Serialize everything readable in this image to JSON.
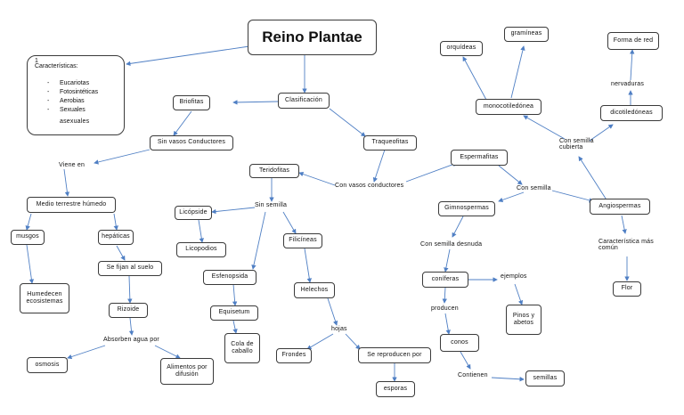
{
  "title": "Reino Plantae",
  "characteristics": {
    "number": "1",
    "heading": "Características:",
    "items": [
      "Eucariotas",
      "Fotosintéticas",
      "Aerobias",
      "Sexuales",
      "asexuales"
    ]
  },
  "nodes": {
    "clasificacion": "Clasificación",
    "briofitas": "Briofitas",
    "sin_vasos": "Sin vasos Conductores",
    "traqueofitas": "Traqueofitas",
    "medio": "Medio terrestre húmedo",
    "musgos": "musgos",
    "hepaticas": "hepáticas",
    "fijan": "Se fijan al suelo",
    "humedecen": "Humedecen ecosistemas",
    "rizoide": "Rizoide",
    "osmosis": "osmosis",
    "alimentos": "Alimentos por difusión",
    "pteridofitas": "Teridofitas",
    "licopside": "Licópside",
    "licopodios": "Licopodios",
    "filicineas": "Filicíneas",
    "esfenopsida": "Esfenopsida",
    "equisetum": "Equisetum",
    "cola": "Cola de caballo",
    "helechos": "Helechos",
    "frondes": "Frondes",
    "reproducen": "Se reproducen por",
    "esporas": "esporas",
    "espermafitas": "Espermafitas",
    "gimnospermas": "Gimnospermas",
    "coniferas": "coníferas",
    "pinos": "Pinos y abetos",
    "conos": "conos",
    "semillas": "semillas",
    "angiospermas": "Angiospermas",
    "flor": "Flor",
    "dicotiledoneas": "dicotiledóneas",
    "forma_red": "Forma de red",
    "monocotiledonea": "monocotiledónea",
    "orquideas": "orquídeas",
    "gramineas": "gramíneas"
  },
  "labels": {
    "viene_en": "Viene en",
    "con_vasos": "Con vasos conductores",
    "sin_semilla": "Sin semilla",
    "absorben": "Absorben agua por",
    "hojas": "hojas",
    "con_semilla": "Con semilla",
    "semilla_desnuda": "Con semilla desnuda",
    "ejemplos": "ejemplos",
    "producen": "producen",
    "contienen": "Contienen",
    "caracteristica_comun": "Característica más común",
    "semilla_cubierta": "Con semilla cubierta",
    "nervaduras": "nervaduras"
  },
  "colors": {
    "arrow": "#4f7fc4",
    "border": "#3a3a3a"
  }
}
